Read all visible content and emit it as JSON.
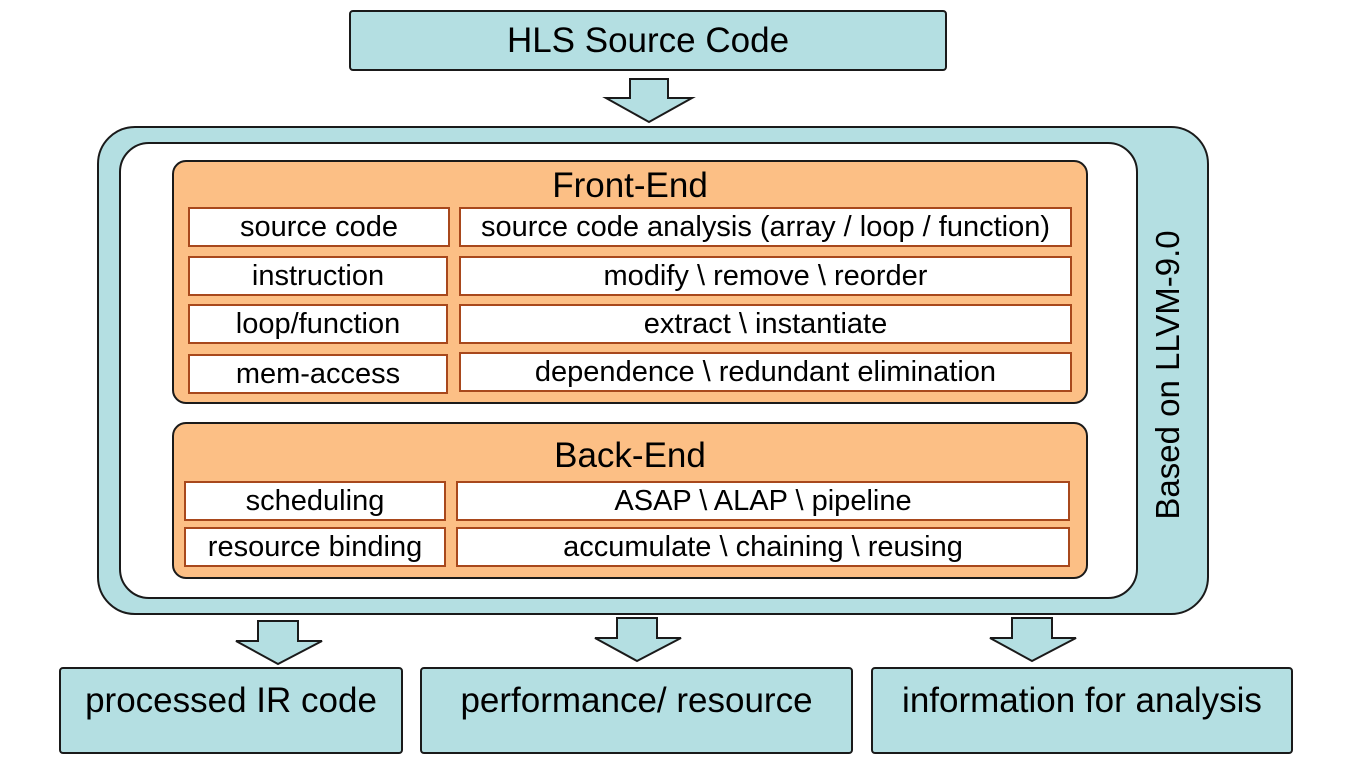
{
  "input": {
    "label": "HLS Source Code"
  },
  "platform": {
    "label": "Based on LLVM-9.0"
  },
  "frontend": {
    "title": "Front-End",
    "rows": [
      {
        "category": "source code",
        "operations": "source code analysis (array / loop / function)"
      },
      {
        "category": "instruction",
        "operations": "modify \\  remove \\ reorder"
      },
      {
        "category": "loop/function",
        "operations": "extract \\ instantiate"
      },
      {
        "category": "mem-access",
        "operations": "dependence \\ redundant elimination"
      }
    ]
  },
  "backend": {
    "title": "Back-End",
    "rows": [
      {
        "category": "scheduling",
        "operations": "ASAP \\ ALAP \\ pipeline"
      },
      {
        "category": "resource binding",
        "operations": "accumulate \\ chaining \\ reusing"
      }
    ]
  },
  "outputs": [
    {
      "label": "processed IR code"
    },
    {
      "label": "performance/ resource"
    },
    {
      "label": "information for analysis"
    }
  ],
  "colors": {
    "container_fill": "#b4dfe2",
    "stage_fill": "#fcbf85",
    "cell_border": "#a8481c"
  }
}
